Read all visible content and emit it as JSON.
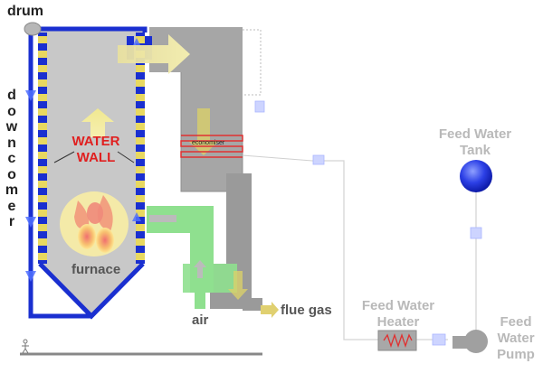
{
  "labels": {
    "drum": "drum",
    "downcomer_letters": [
      "d",
      "o",
      "w",
      "n",
      "c",
      "o",
      "m",
      "e",
      "r"
    ],
    "water_wall_line1": "WATER",
    "water_wall_line2": "WALL",
    "economiser": "economiser",
    "furnace": "furnace",
    "air": "air",
    "flue_gas": "flue gas",
    "feed_water_tank": [
      "Feed Water",
      "Tank"
    ],
    "feed_water_heater": [
      "Feed Water",
      "Heater"
    ],
    "feed_water_pump": [
      "Feed",
      "Water",
      "Pump"
    ]
  },
  "colors": {
    "pipe_blue": "#1a2fd0",
    "furnace_grey": "#c8c8c8",
    "duct_grey": "#9a9a9a",
    "air_green": "#8fe08f",
    "water_wall_red": "#e02020",
    "tank_blue": "#1a2fd0",
    "pale_text": "#b9b9b9"
  }
}
